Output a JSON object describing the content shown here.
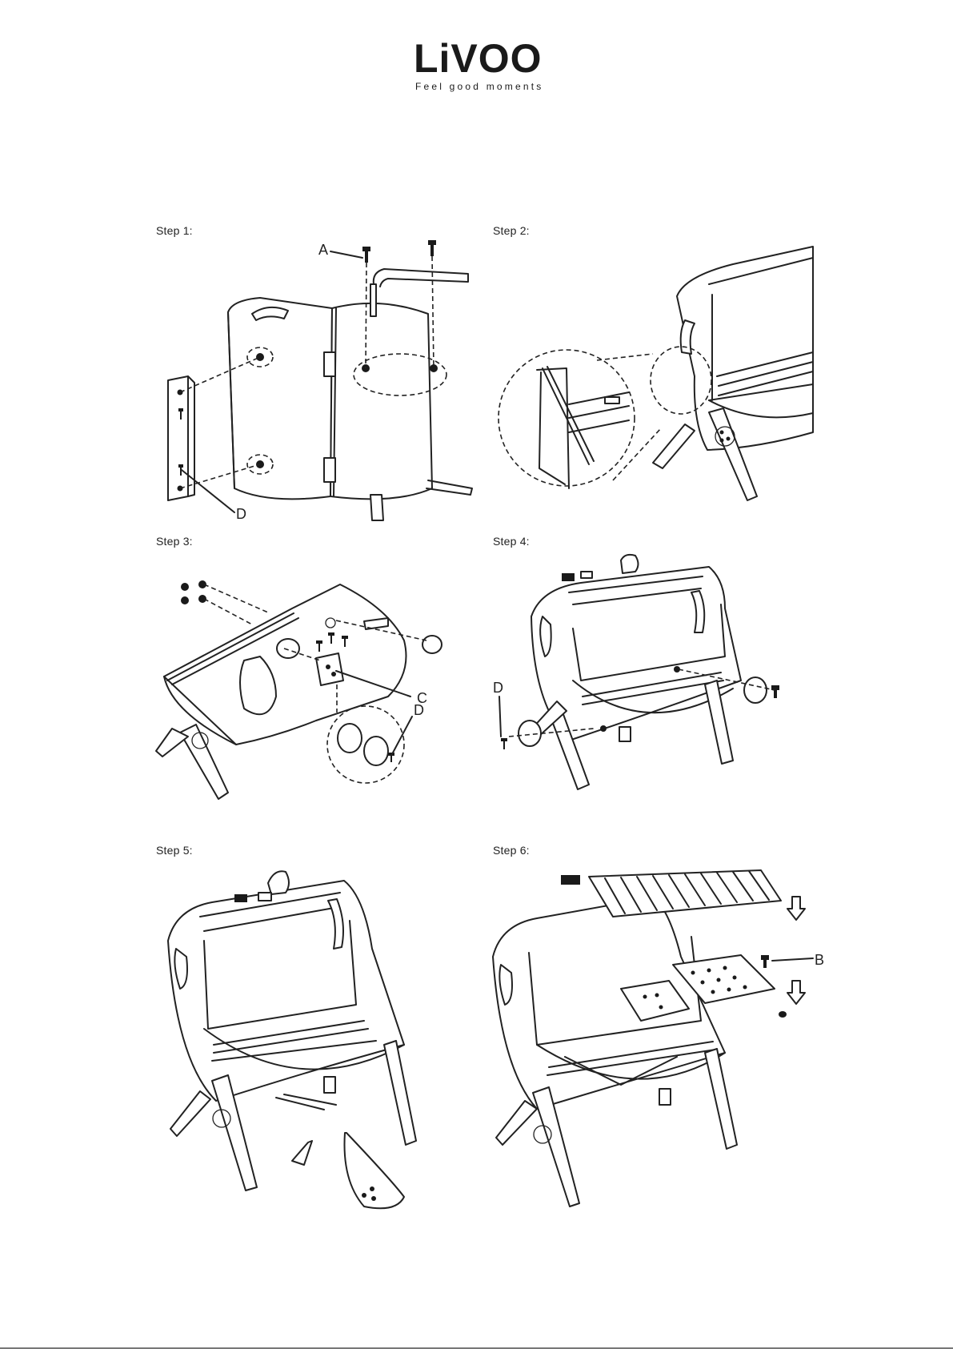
{
  "logo": {
    "brand": "LiVOO",
    "tagline": "Feel good moments"
  },
  "steps": [
    {
      "label": "Step 1:"
    },
    {
      "label": "Step 2:"
    },
    {
      "label": "Step 3:"
    },
    {
      "label": "Step 4:"
    },
    {
      "label": "Step 5:"
    },
    {
      "label": "Step 6:"
    }
  ],
  "callouts": {
    "a": "A",
    "b": "B",
    "c": "C",
    "d": "D"
  }
}
